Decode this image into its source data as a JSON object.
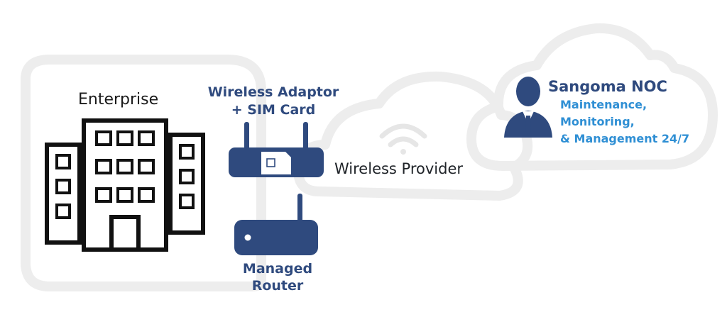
{
  "labels": {
    "enterprise": "Enterprise",
    "adaptor_line1": "Wireless Adaptor",
    "adaptor_line2": "+ SIM Card",
    "provider": "Wireless Provider",
    "router_line1": "Managed",
    "router_line2": "Router",
    "noc_title": "Sangoma NOC",
    "noc_line1": "Maintenance,",
    "noc_line2": "Monitoring,",
    "noc_line3": "& Management 24/7"
  },
  "colors": {
    "device_navy": "#2f4a7e",
    "accent_blue": "#2f8fd4",
    "cloud_outline": "#ededed",
    "building_black": "#111111"
  },
  "icons": [
    "office-building-icon",
    "wifi-signal-icon",
    "wireless-adaptor-icon",
    "sim-card-icon",
    "router-icon",
    "person-icon"
  ]
}
